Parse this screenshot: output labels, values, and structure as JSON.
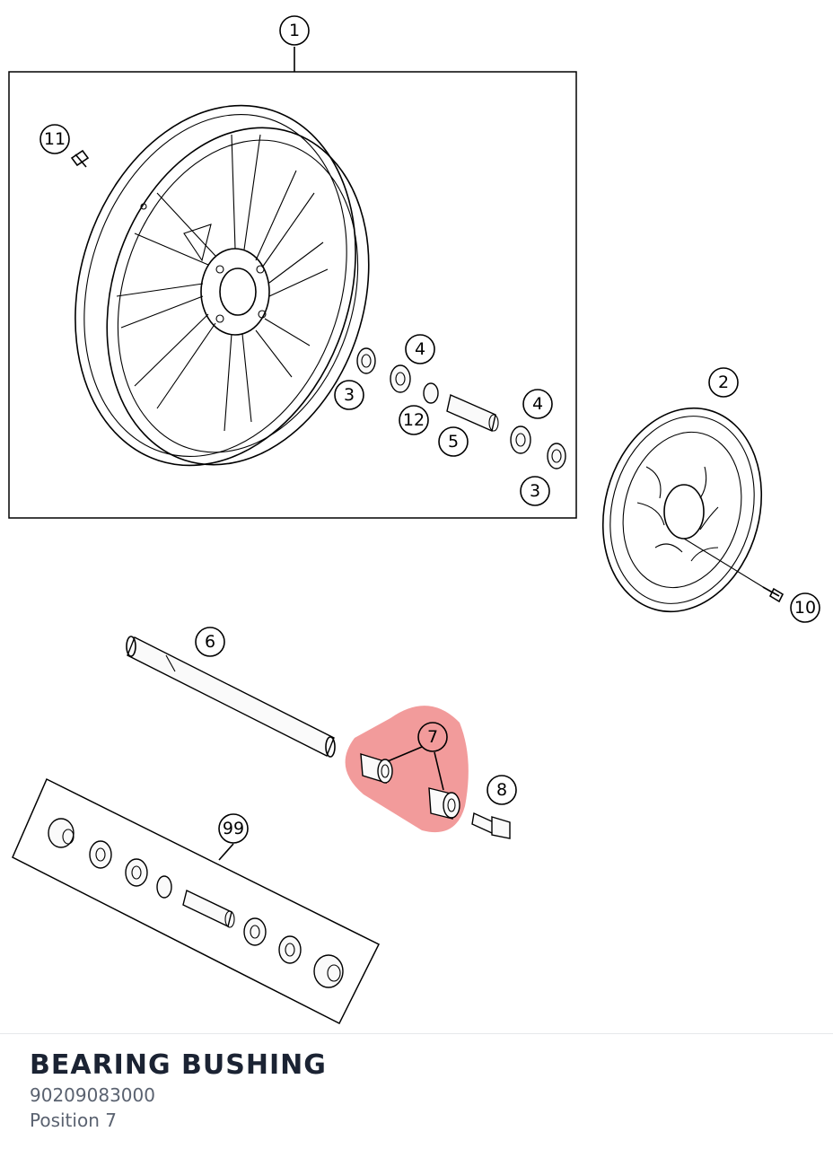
{
  "callouts": {
    "c1": "1",
    "c2": "2",
    "c3a": "3",
    "c3b": "3",
    "c4a": "4",
    "c4b": "4",
    "c5": "5",
    "c6": "6",
    "c7": "7",
    "c8": "8",
    "c10": "10",
    "c11": "11",
    "c12": "12",
    "c99": "99"
  },
  "highlight": {
    "color": "#f08a8a",
    "position": "7"
  },
  "part": {
    "name": "BEARING BUSHING",
    "number": "90209083000",
    "position": "Position 7"
  }
}
